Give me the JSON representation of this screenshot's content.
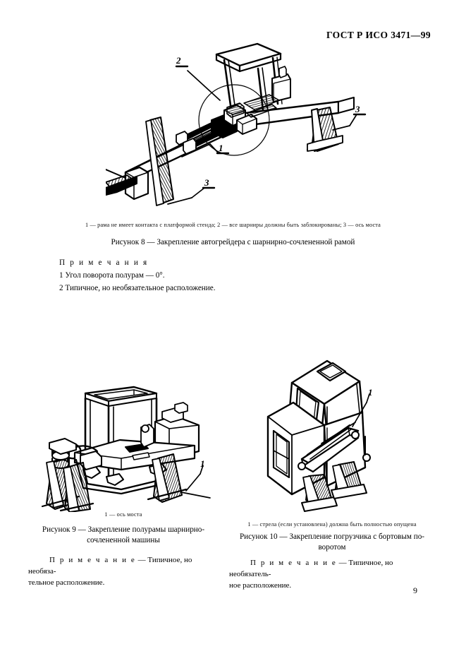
{
  "document": {
    "header": "ГОСТ Р ИСО 3471—99",
    "page_number": "9"
  },
  "figure8": {
    "legend": "1 — рама не имеет контакта с платформой стенда; 2 — все шарниры должны быть заблокированы; 3 — ось моста",
    "caption": "Рисунок 8 — Закрепление автогрейдера с шарнирно-сочлененной рамой",
    "callouts": [
      "1",
      "2",
      "3",
      "3"
    ],
    "notes": {
      "heading": "П р и м е ч а н и я",
      "items": [
        "1 Угол поворота полурам — 0°.",
        "2 Типичное, но необязательное расположение."
      ]
    }
  },
  "figure9": {
    "legend": "1 — ось моста",
    "caption_line1": "Рисунок 9 — Закрепление полурамы шарнирно-",
    "caption_line2": "сочлененной машины",
    "callouts": [
      "1"
    ],
    "note_heading": "П р и м е ч а н и е",
    "note_text": " — Типичное, но необяза-",
    "note_text_cont": "тельное расположение."
  },
  "figure10": {
    "legend": "1 — стрела (если установлена)  должна быть полностью опущена",
    "caption_line1": "Рисунок 10 — Закрепление погрузчика с бортовым по-",
    "caption_line2": "воротом",
    "callouts": [
      "1"
    ],
    "note_heading": "П р и м е ч а н и е",
    "note_text": " — Типичное,  но  необязатель-",
    "note_text_cont": "ное расположение."
  },
  "colors": {
    "ink": "#000000",
    "paper": "#ffffff"
  }
}
